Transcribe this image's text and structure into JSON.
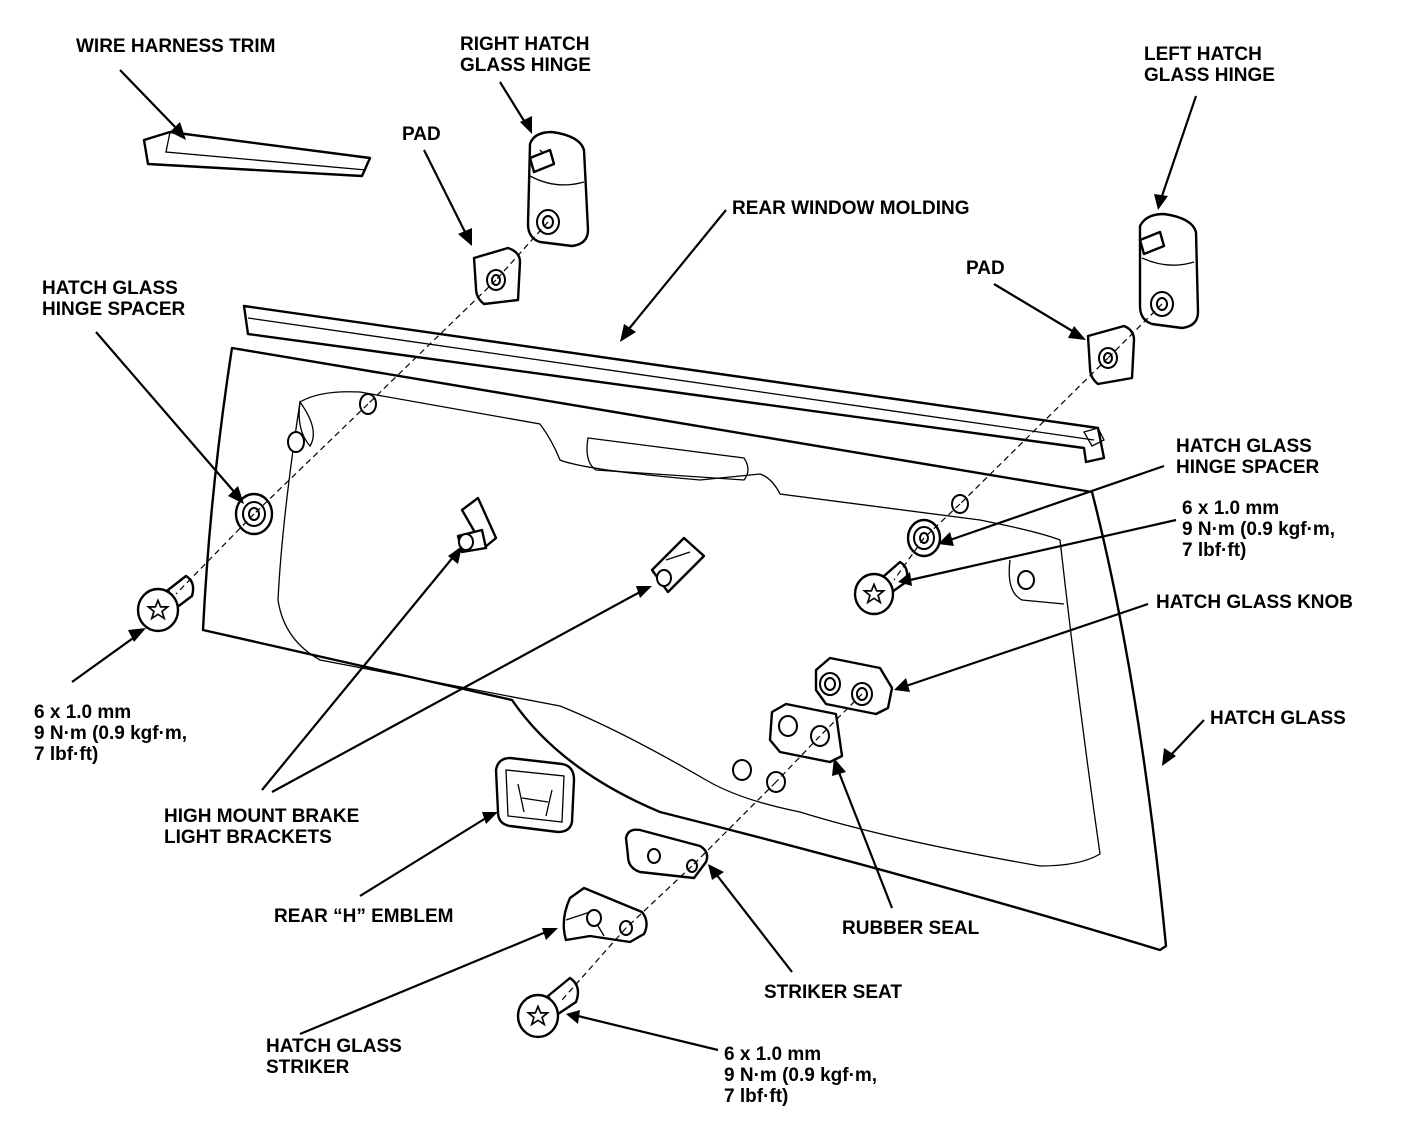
{
  "labels": {
    "wire_harness_trim": [
      "WIRE HARNESS TRIM"
    ],
    "right_hatch_glass_hinge": [
      "RIGHT HATCH",
      "GLASS HINGE"
    ],
    "left_hatch_glass_hinge": [
      "LEFT HATCH",
      "GLASS HINGE"
    ],
    "pad_right": [
      "PAD"
    ],
    "pad_left": [
      "PAD"
    ],
    "rear_window_molding": [
      "REAR WINDOW MOLDING"
    ],
    "hatch_glass_hinge_spacer_right": [
      "HATCH GLASS",
      "HINGE SPACER"
    ],
    "hatch_glass_hinge_spacer_left": [
      "HATCH GLASS",
      "HINGE SPACER"
    ],
    "bolt_spec_upper_right": [
      "6 x 1.0 mm",
      "9 N·m (0.9 kgf·m,",
      "7 lbf·ft)"
    ],
    "hatch_glass_knob": [
      "HATCH GLASS KNOB"
    ],
    "hatch_glass": [
      "HATCH GLASS"
    ],
    "bolt_spec_left": [
      "6 x 1.0 mm",
      "9 N·m (0.9 kgf·m,",
      "7 lbf·ft)"
    ],
    "high_mount_brake_light_brackets": [
      "HIGH MOUNT BRAKE",
      "LIGHT BRACKETS"
    ],
    "rear_h_emblem": [
      "REAR “H” EMBLEM"
    ],
    "rubber_seal": [
      "RUBBER SEAL"
    ],
    "striker_seat": [
      "STRIKER SEAT"
    ],
    "hatch_glass_striker": [
      "HATCH GLASS",
      "STRIKER"
    ],
    "bolt_spec_bottom": [
      "6 x 1.0 mm",
      "9 N·m (0.9 kgf·m,",
      "7 lbf·ft)"
    ]
  }
}
